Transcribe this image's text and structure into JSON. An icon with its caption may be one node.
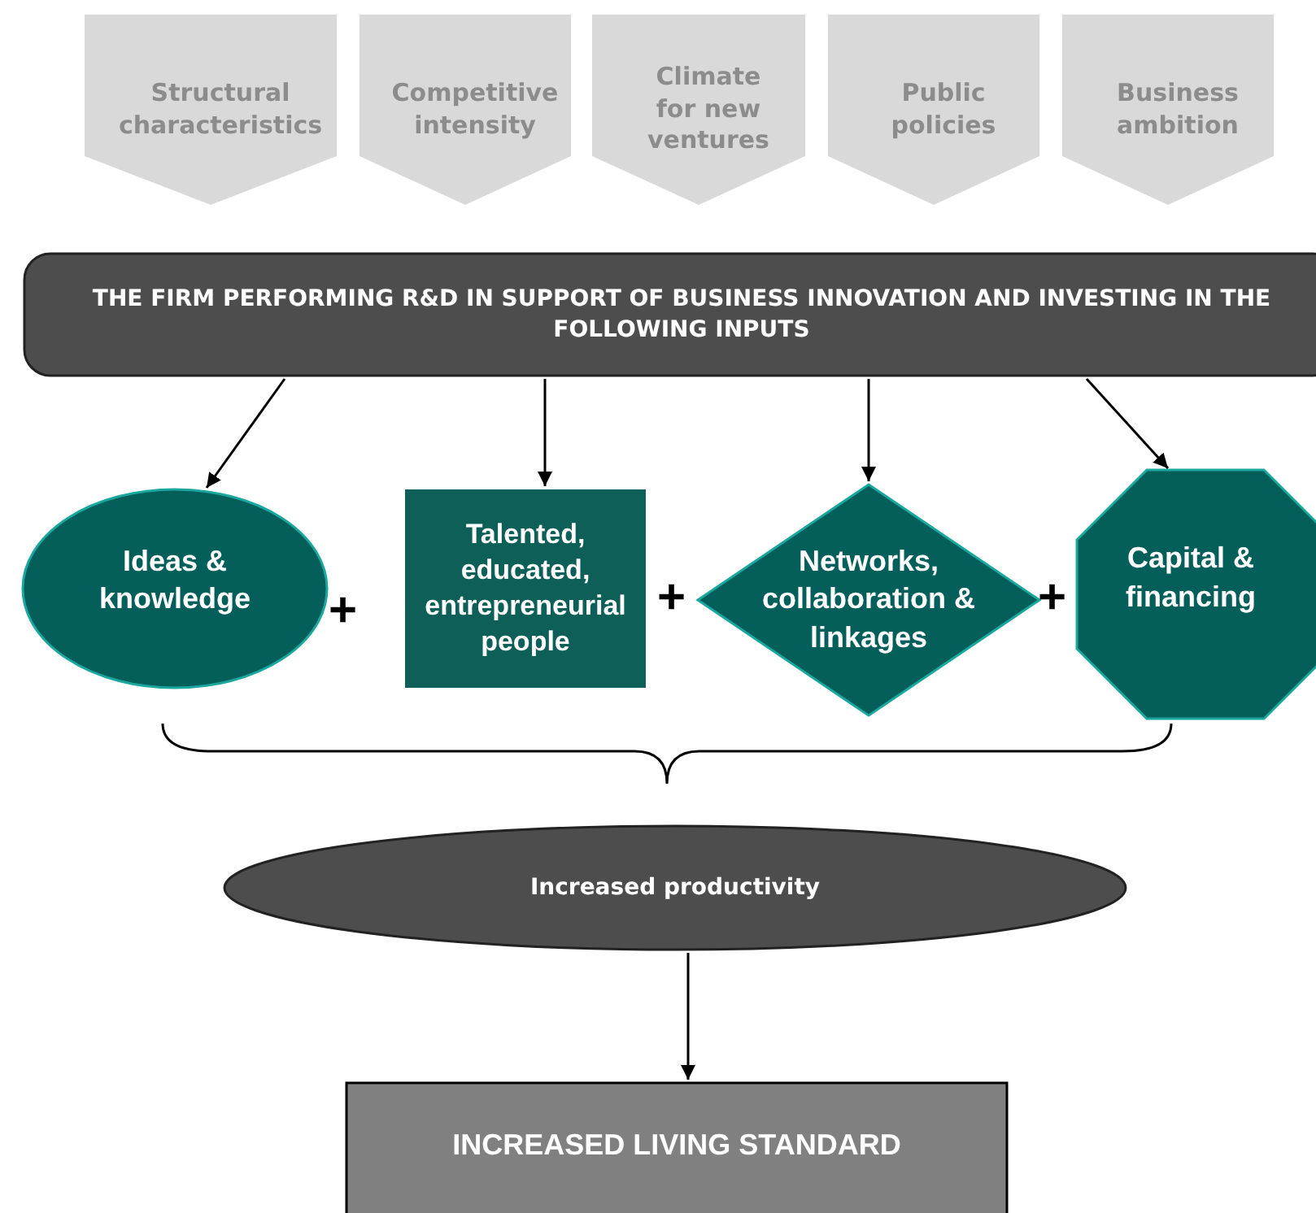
{
  "diagram": {
    "nodes": [
      {
        "text": [
          "Structural characteristics"
        ]
      },
      {
        "text": [
          "Competitive intensity"
        ]
      },
      {
        "text": [
          "Climate for new ventures"
        ]
      },
      {
        "text": [
          "Public policies"
        ]
      },
      {
        "text": [
          "Business ambition"
        ]
      },
      {
        "text": [
          "THE FIRM PERFORMING R&D IN SUPPORT OF BUSINESS INNOVATION AND INVESTING IN THE FOLLOWING INPUTS"
        ]
      },
      {
        "text": [
          "Ideas & knowledge"
        ]
      },
      {
        "text": [
          "Talented, educated, entrepreneurial people"
        ]
      },
      {
        "text": [
          "Networks, collaboration & linkages"
        ]
      },
      {
        "text": [
          "Capital & financing"
        ]
      },
      {
        "text": [
          "Increased productivity"
        ]
      },
      {
        "text": [
          "INCREASED LIVING STANDARD"
        ]
      }
    ],
    "edges": [
      {
        "from": 5,
        "to": 6,
        "arrow": "to"
      },
      {
        "from": 5,
        "to": 7,
        "arrow": "to"
      },
      {
        "from": 5,
        "to": 8,
        "arrow": "to"
      },
      {
        "from": 5,
        "to": 9,
        "arrow": "to"
      },
      {
        "from": 10,
        "to": 11,
        "arrow": "to"
      }
    ],
    "labels": [
      "+",
      "+",
      "+"
    ]
  }
}
